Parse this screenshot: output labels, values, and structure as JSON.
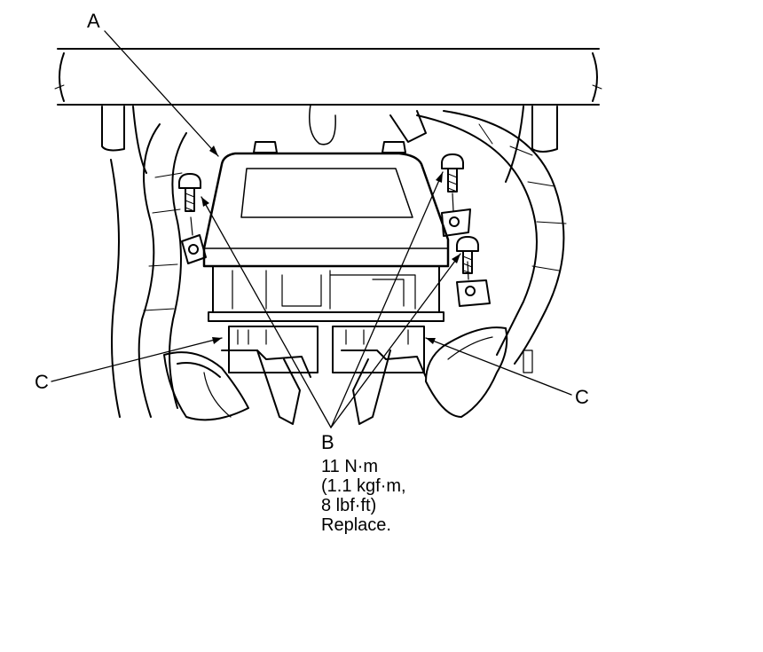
{
  "callouts": {
    "a": "A",
    "b": "B",
    "c_left": "C",
    "c_right": "C"
  },
  "spec": {
    "torque": "11 N·m",
    "kgf": "(1.1 kgf·m,",
    "lbf": "8 lbf·ft)",
    "note": "Replace."
  },
  "icons": [
    "bolt-icon",
    "connector-icon",
    "control-unit-icon",
    "wire-harness-icon"
  ],
  "colors": {
    "line": "#000000",
    "background": "#ffffff"
  }
}
